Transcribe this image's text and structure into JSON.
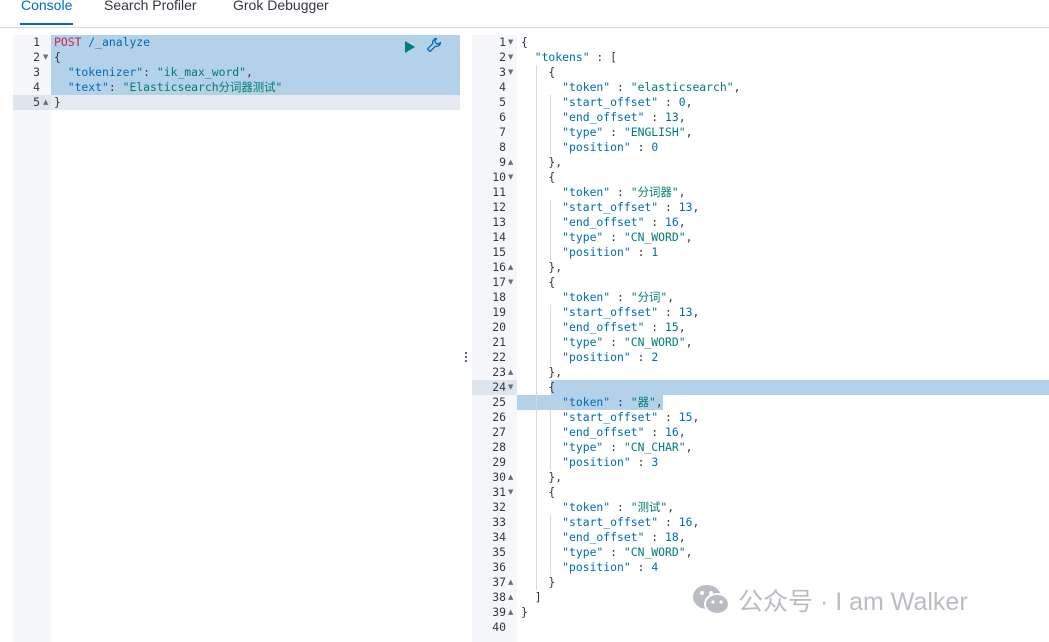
{
  "tabs": [
    {
      "label": "Console",
      "active": true
    },
    {
      "label": "Search Profiler",
      "active": false
    },
    {
      "label": "Grok Debugger",
      "active": false
    }
  ],
  "request": {
    "lines": [
      {
        "num": "1",
        "fold": "",
        "tokens": [
          {
            "t": "POST",
            "c": "m"
          },
          {
            "t": " /_analyze",
            "c": "u"
          }
        ]
      },
      {
        "num": "2",
        "fold": "down",
        "tokens": [
          {
            "t": "{",
            "c": "p"
          }
        ]
      },
      {
        "num": "3",
        "fold": "",
        "tokens": [
          {
            "t": "  \"tokenizer\"",
            "c": "k"
          },
          {
            "t": ": ",
            "c": "p"
          },
          {
            "t": "\"ik_max_word\"",
            "c": "s"
          },
          {
            "t": ",",
            "c": "p"
          }
        ]
      },
      {
        "num": "4",
        "fold": "",
        "tokens": [
          {
            "t": "  \"text\"",
            "c": "k"
          },
          {
            "t": ": ",
            "c": "p"
          },
          {
            "t": "\"Elasticsearch分词器测试\"",
            "c": "s"
          }
        ]
      },
      {
        "num": "5",
        "fold": "up",
        "tokens": [
          {
            "t": "}",
            "c": "p"
          }
        ]
      }
    ],
    "run_icon": "play-icon",
    "wrench_icon": "wrench-icon"
  },
  "response": {
    "lines": [
      {
        "num": "1",
        "fold": "down",
        "tokens": [
          {
            "t": "{",
            "c": "p"
          }
        ]
      },
      {
        "num": "2",
        "fold": "down",
        "tokens": [
          {
            "t": "  \"tokens\"",
            "c": "k"
          },
          {
            "t": " : [",
            "c": "p"
          }
        ]
      },
      {
        "num": "3",
        "fold": "down",
        "tokens": [
          {
            "t": "    {",
            "c": "p"
          }
        ]
      },
      {
        "num": "4",
        "fold": "",
        "tokens": [
          {
            "t": "      \"token\"",
            "c": "k"
          },
          {
            "t": " : ",
            "c": "p"
          },
          {
            "t": "\"elasticsearch\"",
            "c": "s"
          },
          {
            "t": ",",
            "c": "p"
          }
        ]
      },
      {
        "num": "5",
        "fold": "",
        "tokens": [
          {
            "t": "      \"start_offset\"",
            "c": "k"
          },
          {
            "t": " : ",
            "c": "p"
          },
          {
            "t": "0",
            "c": "n"
          },
          {
            "t": ",",
            "c": "p"
          }
        ]
      },
      {
        "num": "6",
        "fold": "",
        "tokens": [
          {
            "t": "      \"end_offset\"",
            "c": "k"
          },
          {
            "t": " : ",
            "c": "p"
          },
          {
            "t": "13",
            "c": "n"
          },
          {
            "t": ",",
            "c": "p"
          }
        ]
      },
      {
        "num": "7",
        "fold": "",
        "tokens": [
          {
            "t": "      \"type\"",
            "c": "k"
          },
          {
            "t": " : ",
            "c": "p"
          },
          {
            "t": "\"ENGLISH\"",
            "c": "s"
          },
          {
            "t": ",",
            "c": "p"
          }
        ]
      },
      {
        "num": "8",
        "fold": "",
        "tokens": [
          {
            "t": "      \"position\"",
            "c": "k"
          },
          {
            "t": " : ",
            "c": "p"
          },
          {
            "t": "0",
            "c": "n"
          }
        ]
      },
      {
        "num": "9",
        "fold": "up",
        "tokens": [
          {
            "t": "    },",
            "c": "p"
          }
        ]
      },
      {
        "num": "10",
        "fold": "down",
        "tokens": [
          {
            "t": "    {",
            "c": "p"
          }
        ]
      },
      {
        "num": "11",
        "fold": "",
        "tokens": [
          {
            "t": "      \"token\"",
            "c": "k"
          },
          {
            "t": " : ",
            "c": "p"
          },
          {
            "t": "\"分词器\"",
            "c": "s"
          },
          {
            "t": ",",
            "c": "p"
          }
        ]
      },
      {
        "num": "12",
        "fold": "",
        "tokens": [
          {
            "t": "      \"start_offset\"",
            "c": "k"
          },
          {
            "t": " : ",
            "c": "p"
          },
          {
            "t": "13",
            "c": "n"
          },
          {
            "t": ",",
            "c": "p"
          }
        ]
      },
      {
        "num": "13",
        "fold": "",
        "tokens": [
          {
            "t": "      \"end_offset\"",
            "c": "k"
          },
          {
            "t": " : ",
            "c": "p"
          },
          {
            "t": "16",
            "c": "n"
          },
          {
            "t": ",",
            "c": "p"
          }
        ]
      },
      {
        "num": "14",
        "fold": "",
        "tokens": [
          {
            "t": "      \"type\"",
            "c": "k"
          },
          {
            "t": " : ",
            "c": "p"
          },
          {
            "t": "\"CN_WORD\"",
            "c": "s"
          },
          {
            "t": ",",
            "c": "p"
          }
        ]
      },
      {
        "num": "15",
        "fold": "",
        "tokens": [
          {
            "t": "      \"position\"",
            "c": "k"
          },
          {
            "t": " : ",
            "c": "p"
          },
          {
            "t": "1",
            "c": "n"
          }
        ]
      },
      {
        "num": "16",
        "fold": "up",
        "tokens": [
          {
            "t": "    },",
            "c": "p"
          }
        ]
      },
      {
        "num": "17",
        "fold": "down",
        "tokens": [
          {
            "t": "    {",
            "c": "p"
          }
        ]
      },
      {
        "num": "18",
        "fold": "",
        "tokens": [
          {
            "t": "      \"token\"",
            "c": "k"
          },
          {
            "t": " : ",
            "c": "p"
          },
          {
            "t": "\"分词\"",
            "c": "s"
          },
          {
            "t": ",",
            "c": "p"
          }
        ]
      },
      {
        "num": "19",
        "fold": "",
        "tokens": [
          {
            "t": "      \"start_offset\"",
            "c": "k"
          },
          {
            "t": " : ",
            "c": "p"
          },
          {
            "t": "13",
            "c": "n"
          },
          {
            "t": ",",
            "c": "p"
          }
        ]
      },
      {
        "num": "20",
        "fold": "",
        "tokens": [
          {
            "t": "      \"end_offset\"",
            "c": "k"
          },
          {
            "t": " : ",
            "c": "p"
          },
          {
            "t": "15",
            "c": "n"
          },
          {
            "t": ",",
            "c": "p"
          }
        ]
      },
      {
        "num": "21",
        "fold": "",
        "tokens": [
          {
            "t": "      \"type\"",
            "c": "k"
          },
          {
            "t": " : ",
            "c": "p"
          },
          {
            "t": "\"CN_WORD\"",
            "c": "s"
          },
          {
            "t": ",",
            "c": "p"
          }
        ]
      },
      {
        "num": "22",
        "fold": "",
        "tokens": [
          {
            "t": "      \"position\"",
            "c": "k"
          },
          {
            "t": " : ",
            "c": "p"
          },
          {
            "t": "2",
            "c": "n"
          }
        ]
      },
      {
        "num": "23",
        "fold": "up",
        "tokens": [
          {
            "t": "    },",
            "c": "p"
          }
        ]
      },
      {
        "num": "24",
        "fold": "down",
        "tokens": [
          {
            "t": "    {",
            "c": "p"
          }
        ]
      },
      {
        "num": "25",
        "fold": "",
        "tokens": [
          {
            "t": "      \"token\"",
            "c": "k"
          },
          {
            "t": " : ",
            "c": "p"
          },
          {
            "t": "\"器\"",
            "c": "s"
          },
          {
            "t": ",",
            "c": "p"
          }
        ]
      },
      {
        "num": "26",
        "fold": "",
        "tokens": [
          {
            "t": "      \"start_offset\"",
            "c": "k"
          },
          {
            "t": " : ",
            "c": "p"
          },
          {
            "t": "15",
            "c": "n"
          },
          {
            "t": ",",
            "c": "p"
          }
        ]
      },
      {
        "num": "27",
        "fold": "",
        "tokens": [
          {
            "t": "      \"end_offset\"",
            "c": "k"
          },
          {
            "t": " : ",
            "c": "p"
          },
          {
            "t": "16",
            "c": "n"
          },
          {
            "t": ",",
            "c": "p"
          }
        ]
      },
      {
        "num": "28",
        "fold": "",
        "tokens": [
          {
            "t": "      \"type\"",
            "c": "k"
          },
          {
            "t": " : ",
            "c": "p"
          },
          {
            "t": "\"CN_CHAR\"",
            "c": "s"
          },
          {
            "t": ",",
            "c": "p"
          }
        ]
      },
      {
        "num": "29",
        "fold": "",
        "tokens": [
          {
            "t": "      \"position\"",
            "c": "k"
          },
          {
            "t": " : ",
            "c": "p"
          },
          {
            "t": "3",
            "c": "n"
          }
        ]
      },
      {
        "num": "30",
        "fold": "up",
        "tokens": [
          {
            "t": "    },",
            "c": "p"
          }
        ]
      },
      {
        "num": "31",
        "fold": "down",
        "tokens": [
          {
            "t": "    {",
            "c": "p"
          }
        ]
      },
      {
        "num": "32",
        "fold": "",
        "tokens": [
          {
            "t": "      \"token\"",
            "c": "k"
          },
          {
            "t": " : ",
            "c": "p"
          },
          {
            "t": "\"测试\"",
            "c": "s"
          },
          {
            "t": ",",
            "c": "p"
          }
        ]
      },
      {
        "num": "33",
        "fold": "",
        "tokens": [
          {
            "t": "      \"start_offset\"",
            "c": "k"
          },
          {
            "t": " : ",
            "c": "p"
          },
          {
            "t": "16",
            "c": "n"
          },
          {
            "t": ",",
            "c": "p"
          }
        ]
      },
      {
        "num": "34",
        "fold": "",
        "tokens": [
          {
            "t": "      \"end_offset\"",
            "c": "k"
          },
          {
            "t": " : ",
            "c": "p"
          },
          {
            "t": "18",
            "c": "n"
          },
          {
            "t": ",",
            "c": "p"
          }
        ]
      },
      {
        "num": "35",
        "fold": "",
        "tokens": [
          {
            "t": "      \"type\"",
            "c": "k"
          },
          {
            "t": " : ",
            "c": "p"
          },
          {
            "t": "\"CN_WORD\"",
            "c": "s"
          },
          {
            "t": ",",
            "c": "p"
          }
        ]
      },
      {
        "num": "36",
        "fold": "",
        "tokens": [
          {
            "t": "      \"position\"",
            "c": "k"
          },
          {
            "t": " : ",
            "c": "p"
          },
          {
            "t": "4",
            "c": "n"
          }
        ]
      },
      {
        "num": "37",
        "fold": "up",
        "tokens": [
          {
            "t": "    }",
            "c": "p"
          }
        ]
      },
      {
        "num": "38",
        "fold": "up",
        "tokens": [
          {
            "t": "  ]",
            "c": "p"
          }
        ]
      },
      {
        "num": "39",
        "fold": "up",
        "tokens": [
          {
            "t": "}",
            "c": "p"
          }
        ]
      },
      {
        "num": "40",
        "fold": "",
        "tokens": []
      }
    ]
  },
  "watermark": {
    "text": "公众号 · I am Walker",
    "icon": "wechat-logo-icon"
  },
  "colors": {
    "accent": "#006bb8",
    "selection": "#b3d1e8",
    "string": "#017d73",
    "method": "#c7254e",
    "run_green": "#017d73"
  }
}
